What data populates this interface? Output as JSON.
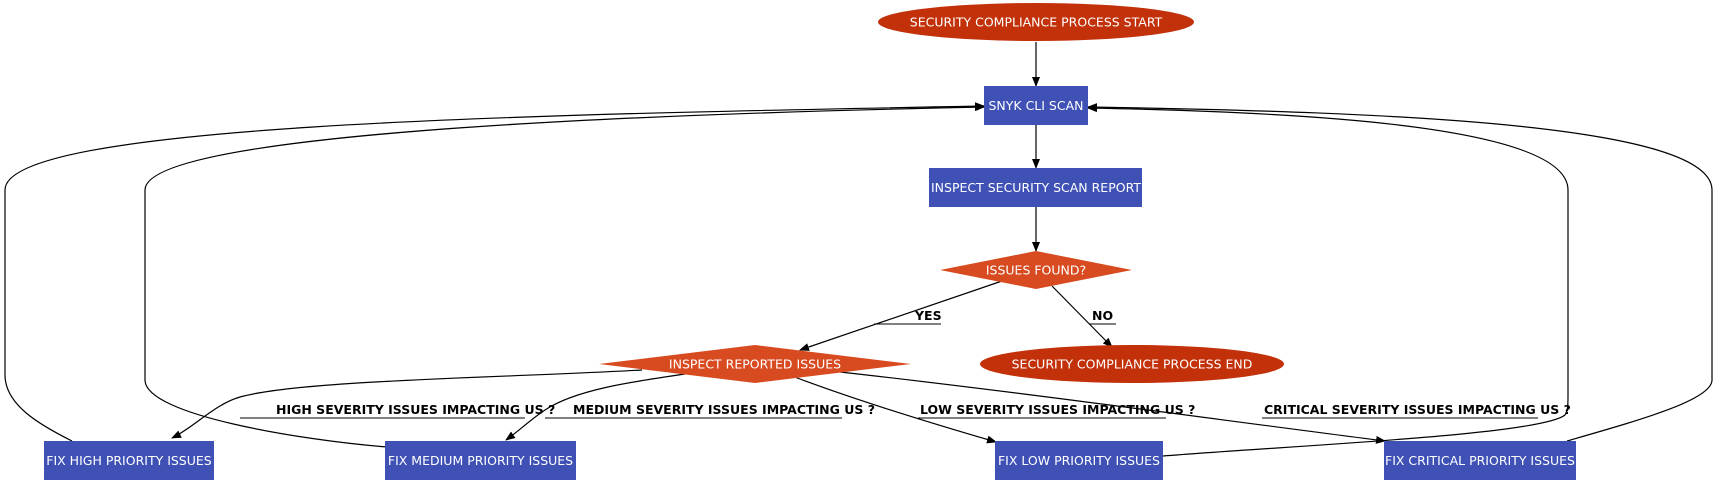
{
  "colors": {
    "terminal": "#c2310a",
    "process": "#3f51b5",
    "decision": "#d84a20",
    "edge": "#000000",
    "text": "#ffffff"
  },
  "nodes": {
    "start": {
      "label": "SECURITY COMPLIANCE PROCESS START",
      "shape": "ellipse"
    },
    "scan": {
      "label": "SNYK CLI SCAN",
      "shape": "rect"
    },
    "inspect_report": {
      "label": "INSPECT SECURITY SCAN REPORT",
      "shape": "rect"
    },
    "issues_found": {
      "label": "ISSUES FOUND?",
      "shape": "diamond"
    },
    "inspect_issues": {
      "label": "INSPECT REPORTED ISSUES",
      "shape": "diamond"
    },
    "end": {
      "label": "SECURITY COMPLIANCE PROCESS END",
      "shape": "ellipse"
    },
    "fix_high": {
      "label": "FIX HIGH PRIORITY ISSUES",
      "shape": "rect"
    },
    "fix_medium": {
      "label": "FIX MEDIUM PRIORITY ISSUES",
      "shape": "rect"
    },
    "fix_low": {
      "label": "FIX LOW PRIORITY ISSUES",
      "shape": "rect"
    },
    "fix_critical": {
      "label": "FIX CRITICAL PRIORITY ISSUES",
      "shape": "rect"
    }
  },
  "edges": {
    "yes": {
      "label": "YES",
      "from": "issues_found",
      "to": "inspect_issues"
    },
    "no": {
      "label": "NO",
      "from": "issues_found",
      "to": "end"
    },
    "high": {
      "label": "HIGH SEVERITY ISSUES IMPACTING US ?",
      "from": "inspect_issues",
      "to": "fix_high"
    },
    "medium": {
      "label": "MEDIUM SEVERITY ISSUES IMPACTING US ?",
      "from": "inspect_issues",
      "to": "fix_medium"
    },
    "low": {
      "label": "LOW SEVERITY ISSUES IMPACTING US ?",
      "from": "inspect_issues",
      "to": "fix_low"
    },
    "critical": {
      "label": "CRITICAL SEVERITY ISSUES IMPACTING US ?",
      "from": "inspect_issues",
      "to": "fix_critical"
    }
  }
}
